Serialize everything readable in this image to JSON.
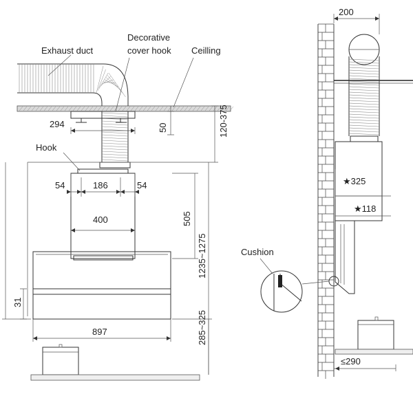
{
  "labels": {
    "exhaust_duct": "Exhaust duct",
    "decorative_line1": "Decorative",
    "decorative_line2": "cover hook",
    "ceiling": "Ceilling",
    "hook": "Hook",
    "cushion": "Cushion"
  },
  "dimensions": {
    "d294": "294",
    "d50": "50",
    "d120_375": "120-375",
    "d54_left": "54",
    "d186": "186",
    "d54_right": "54",
    "d400": "400",
    "d505": "505",
    "d1235_1275": "1235~1275",
    "d31": "31",
    "d285_325": "285~325",
    "d897": "897",
    "d200": "200",
    "d325": "★325",
    "d118": "★118",
    "d290": "≤290"
  },
  "colors": {
    "line": "#333333",
    "brick": "#444444",
    "hatch": "#888888"
  }
}
